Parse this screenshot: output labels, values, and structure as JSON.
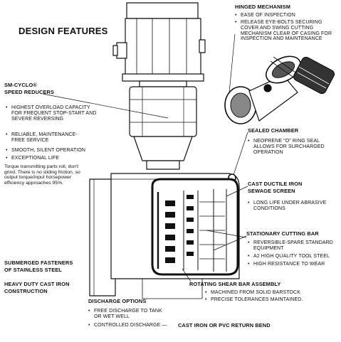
{
  "title": "DESIGN FEATURES",
  "hinged": {
    "heading": "HINGED MECHANISM",
    "items": [
      "EASE OF INSPECTION",
      "RELEASE EYE-BOLTS SECURING COVER AND SWING CUTTING MECHANISM CLEAR OF CASING FOR INSPECTION AND MAINTENANCE"
    ]
  },
  "cyclo": {
    "heading_line1": "SM-CYCLO®",
    "heading_line2": "SPEED REDUCERS",
    "items": [
      "HIGHEST OVERLOAD CAPACITY FOR FREQUENT STOP-START AND SEVERE REVERSING",
      "RELIABLE, MAINTENANCE-FREE SERVICE",
      "SMOOTH, SILENT OPERATION",
      "EXCEPTIONAL LIFE"
    ],
    "note": "Torque transmitting parts roll, don't grind. There is no sliding friction, so output torque/input horsepower efficiency approaches 95%."
  },
  "sealed": {
    "heading": "SEALED CHAMBER",
    "items": [
      "NEOPRENE \"O\" RING SEAL ALLOWS FOR SURCHARGED OPERATION"
    ]
  },
  "screen": {
    "heading_line1": "CAST DUCTILE IRON",
    "heading_line2": "SEWAGE SCREEN",
    "items": [
      "LONG LIFE  UNDER ABRASIVE CONDITIONS"
    ]
  },
  "cutting": {
    "heading": "STATIONARY CUTTING BAR",
    "items": [
      "REVERSIBLE-SPARE STANDARD EQUIPMENT",
      "A2 HIGH QUALITY TOOL STEEL",
      "HIGH RESISTANCE TO WEAR"
    ]
  },
  "fasteners": {
    "heading_line1": "SUBMERGED FASTENERS",
    "heading_line2": "OF STAINLESS STEEL"
  },
  "castiron": {
    "heading_line1": "HEAVY DUTY CAST IRON",
    "heading_line2": "CONSTRUCTION"
  },
  "shear": {
    "heading": "ROTATING SHEAR BAR ASSEMBLY",
    "items": [
      "MACHINED FROM SOLID BARSTOCK",
      "PRECISE TOLERANCES MAINTAINED."
    ]
  },
  "discharge": {
    "heading": "DISCHARGE  OPTIONS",
    "items": [
      "FREE DISCHARGE TO TANK OR WET WELL",
      "CONTROLLED DISCHARGE —"
    ],
    "return_bend": "CAST IRON OR PVC RETURN BEND"
  }
}
